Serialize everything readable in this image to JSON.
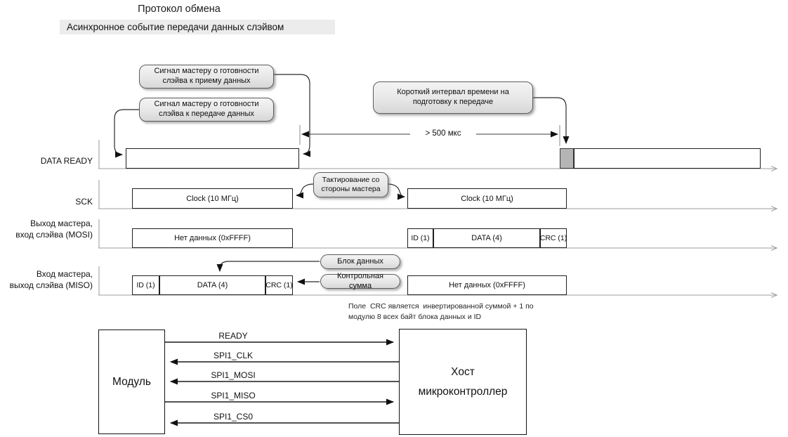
{
  "header": {
    "title": "Протокол обмена",
    "subtitle": "Асинхронное событие передачи данных слэйвом"
  },
  "callouts": {
    "ready_to_receive": "Сигнал мастеру о готовности слэйва к приему данных",
    "ready_to_transmit": "Сигнал мастеру о готовности слэйва к передаче данных",
    "short_interval": "Короткий интервал времени на подготовку к передаче",
    "master_clocking": "Тактирование со стороны мастера",
    "data_block": "Блок данных",
    "checksum": "Контрольная сумма"
  },
  "timing": {
    "interval_label": "> 500 мкс",
    "rows": {
      "data_ready": {
        "label": "DATA READY"
      },
      "sck": {
        "label": "SCK",
        "clock1": "Clock (10 МГц)",
        "clock2": "Clock (10 МГц)"
      },
      "mosi": {
        "label": "Выход мастера,\nвход слэйва (MOSI)",
        "no_data": "Нет данных (0xFFFF)",
        "id": "ID (1)",
        "data": "DATA (4)",
        "crc": "CRC (1)"
      },
      "miso": {
        "label": "Вход мастера,\nвыход слэйва (MISO)",
        "id": "ID (1)",
        "data": "DATA (4)",
        "crc": "CRC (1)",
        "no_data": "Нет данных (0xFFFF)"
      }
    },
    "note": "Поле  CRC является  инвертированной суммой + 1 по\nмодулю 8 всех байт блока данных и ID"
  },
  "block_diagram": {
    "module_label": "Модуль",
    "host_label": "Хост\nмикроконтроллер",
    "signals": [
      {
        "name": "READY",
        "direction": "module-to-host"
      },
      {
        "name": "SPI1_CLK",
        "direction": "host-to-module"
      },
      {
        "name": "SPI1_MOSI",
        "direction": "host-to-module"
      },
      {
        "name": "SPI1_MISO",
        "direction": "module-to-host"
      },
      {
        "name": "SPI1_CS0",
        "direction": "host-to-module"
      }
    ]
  },
  "colors": {
    "callout_fill": "#e7e7e7",
    "callout_border": "#5c5c5c",
    "box_border": "#1f1f1f",
    "busy_gray_fill": "#b5b5b5",
    "axis_gray": "#b0b0b0",
    "subtitle_bg": "#ececec"
  }
}
